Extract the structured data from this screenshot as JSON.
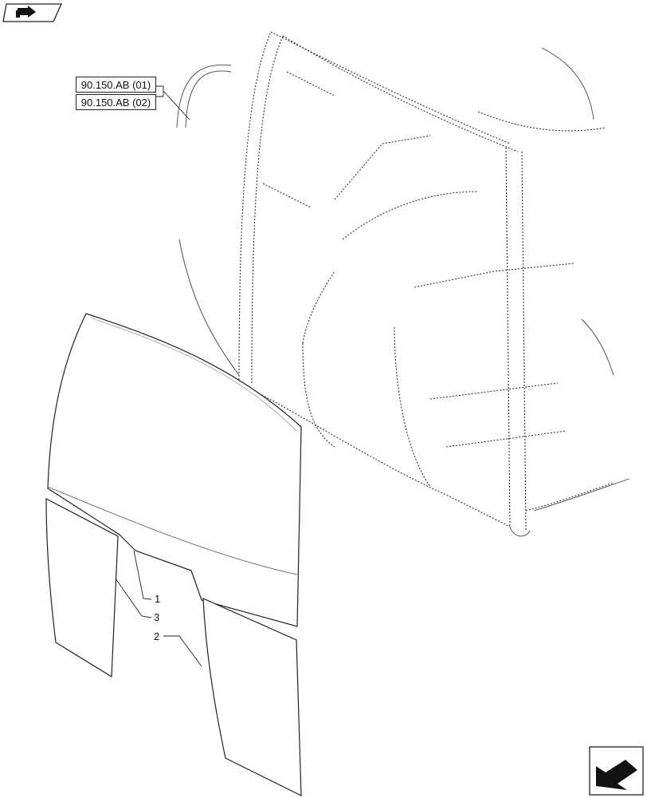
{
  "references": [
    "90.150.AB (01)",
    "90.150.AB (02)"
  ],
  "callouts": {
    "item1": "1",
    "item2": "2",
    "item3": "3"
  },
  "icons": {
    "top_left": "navigation-arrow-icon",
    "bottom_right": "next-page-arrow-icon"
  },
  "colors": {
    "line": "#222222",
    "background": "#ffffff"
  }
}
